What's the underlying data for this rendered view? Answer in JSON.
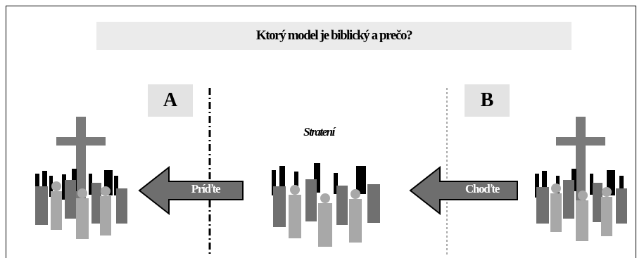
{
  "title": "Ktorý model je biblický a prečo?",
  "labels": {
    "a": "A",
    "b": "B",
    "center": "Stratení"
  },
  "arrows": {
    "a": "Príďte",
    "b": "Choďte"
  },
  "colors": {
    "title_bg": "#ebebeb",
    "label_bg": "#e3e3e3",
    "arrow_fill": "#6e6e6e",
    "cross": "#7a7a7a",
    "figure_dark": "#000000",
    "figure_mid": "#707070",
    "figure_light": "#a8a8a8"
  }
}
